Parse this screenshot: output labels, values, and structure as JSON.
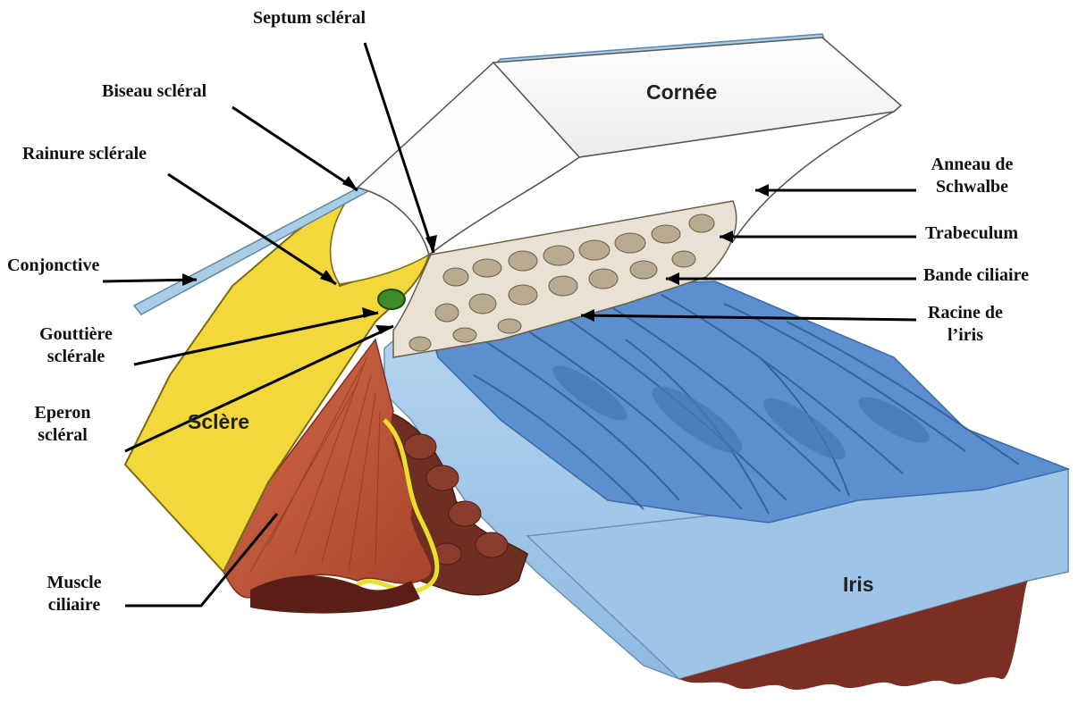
{
  "labels": {
    "septum": "Septum scléral",
    "biseau": "Biseau scléral",
    "rainure": "Rainure sclérale",
    "conjonctive": "Conjonctive",
    "gouttiere": "Gouttière sclérale",
    "eperon": "Eperon scléral",
    "muscle": "Muscle ciliaire",
    "anneau": "Anneau de Schwalbe",
    "trabeculum": "Trabeculum",
    "bande": "Bande ciliaire",
    "racine": "Racine de l’iris"
  },
  "structures": {
    "cornee": "Cornée",
    "sclere": "Sclère",
    "iris": "Iris"
  },
  "colors": {
    "sclera": "#f2d83a",
    "cornea": "#ffffff",
    "conjunctiva": "#a9cde4",
    "iris_top": "#5b8fd0",
    "iris_block": "#a6cbea",
    "muscle": "#c0563a",
    "ciliary_process": "#6e2f22",
    "trabecular": "#e9e2d4",
    "canal": "#3f8a2a"
  }
}
